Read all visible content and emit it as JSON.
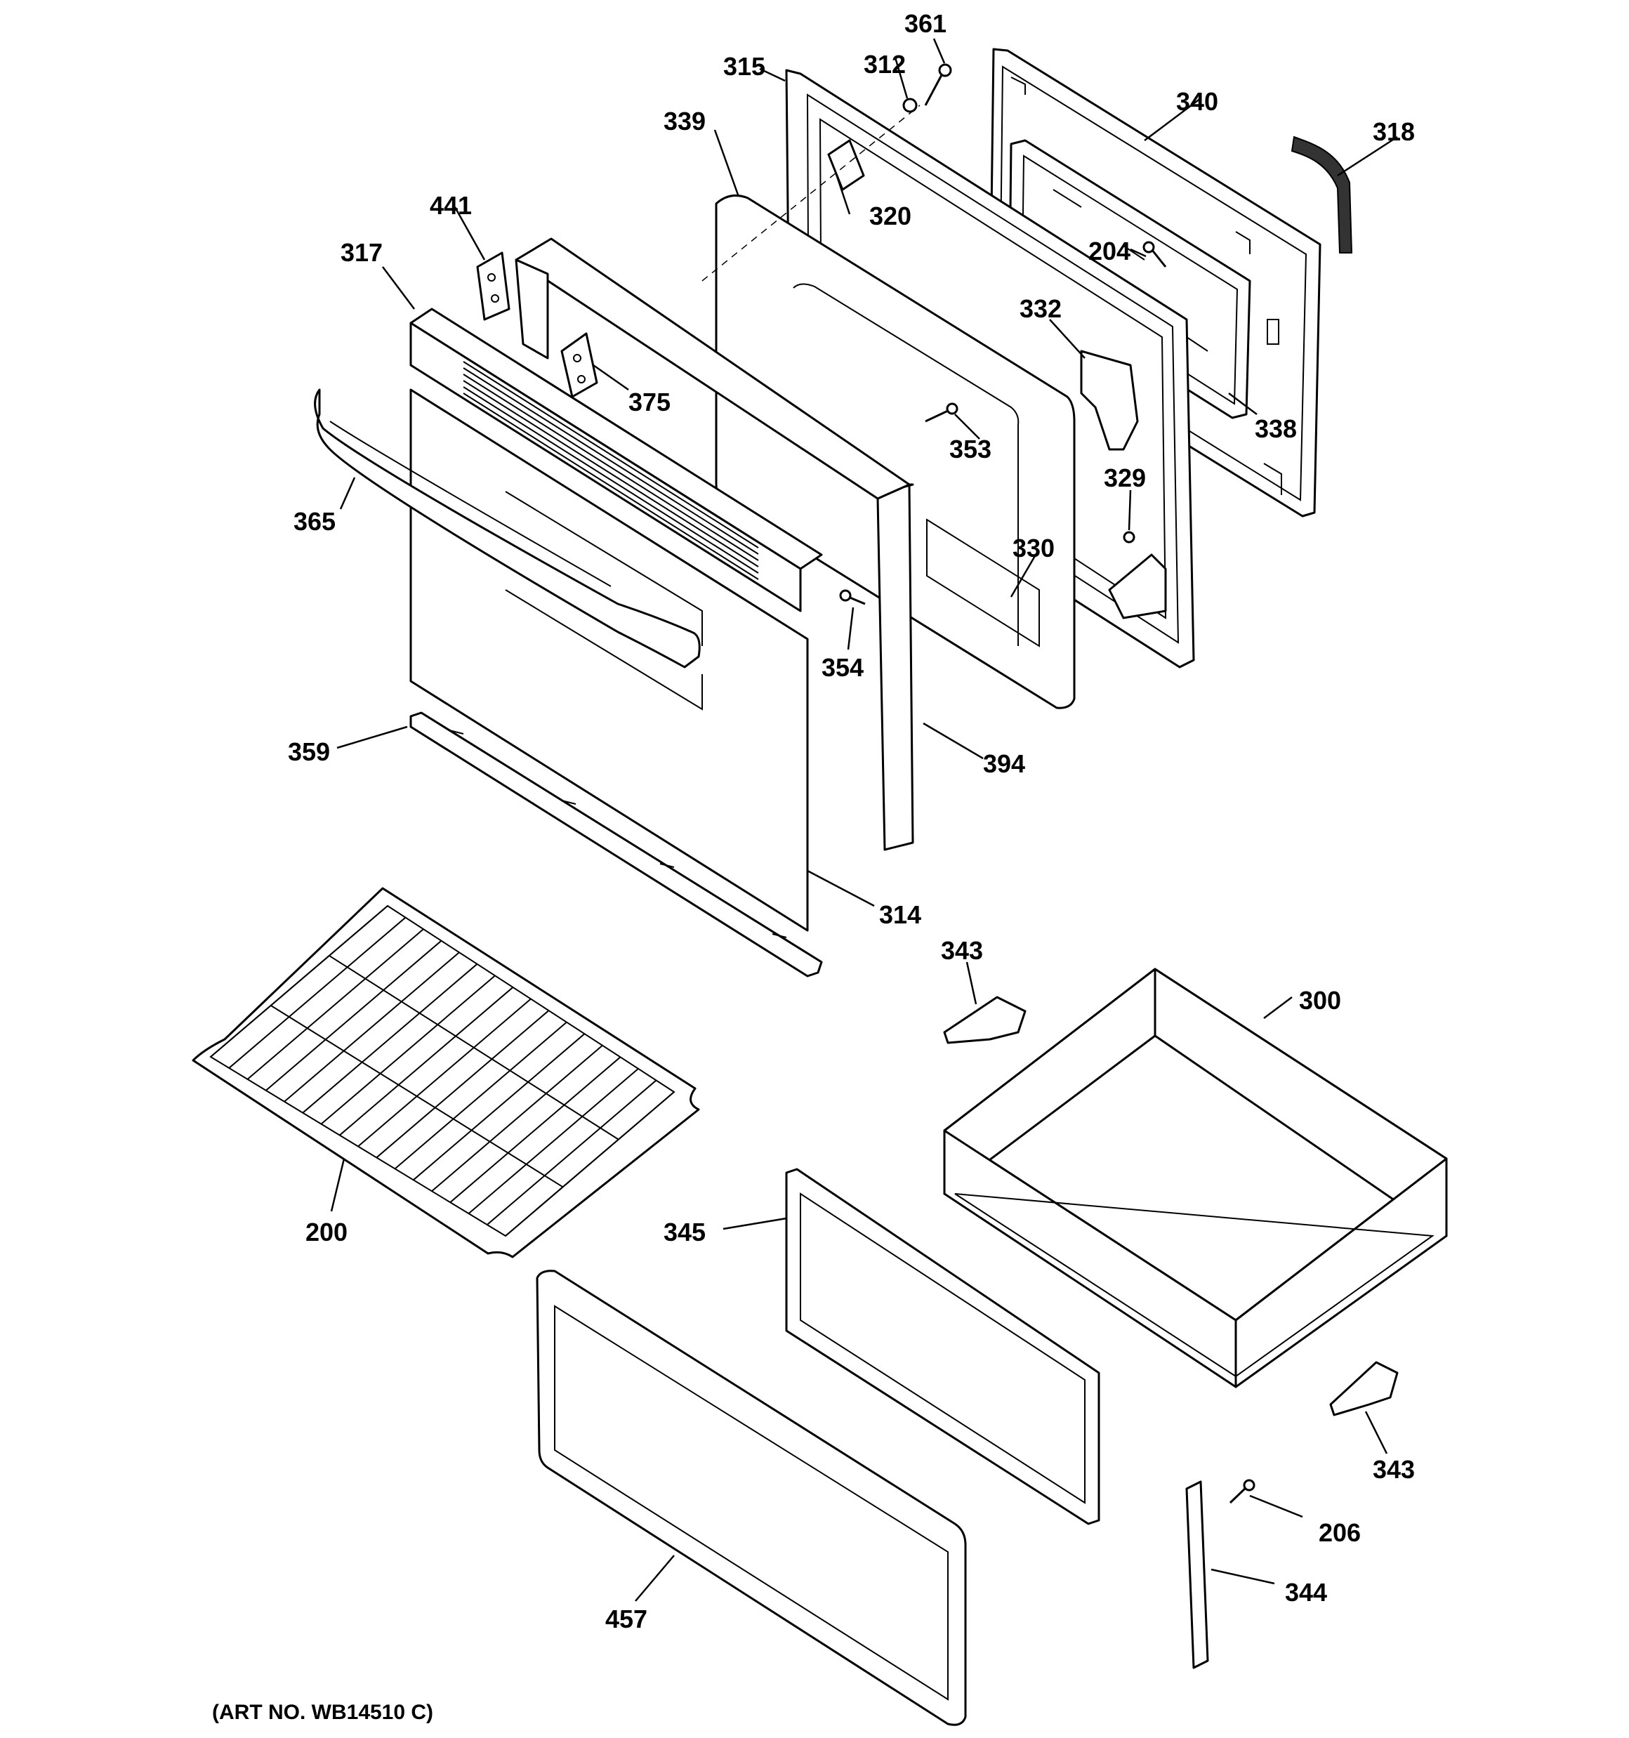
{
  "callouts": [
    {
      "id": "361",
      "label": "361"
    },
    {
      "id": "312",
      "label": "312"
    },
    {
      "id": "315",
      "label": "315"
    },
    {
      "id": "340",
      "label": "340"
    },
    {
      "id": "318",
      "label": "318"
    },
    {
      "id": "339",
      "label": "339"
    },
    {
      "id": "320",
      "label": "320"
    },
    {
      "id": "441",
      "label": "441"
    },
    {
      "id": "204",
      "label": "204"
    },
    {
      "id": "317",
      "label": "317"
    },
    {
      "id": "332",
      "label": "332"
    },
    {
      "id": "375",
      "label": "375"
    },
    {
      "id": "338",
      "label": "338"
    },
    {
      "id": "353",
      "label": "353"
    },
    {
      "id": "329",
      "label": "329"
    },
    {
      "id": "365",
      "label": "365"
    },
    {
      "id": "330",
      "label": "330"
    },
    {
      "id": "354",
      "label": "354"
    },
    {
      "id": "359",
      "label": "359"
    },
    {
      "id": "394",
      "label": "394"
    },
    {
      "id": "314",
      "label": "314"
    },
    {
      "id": "343a",
      "label": "343"
    },
    {
      "id": "300",
      "label": "300"
    },
    {
      "id": "200",
      "label": "200"
    },
    {
      "id": "345",
      "label": "345"
    },
    {
      "id": "343b",
      "label": "343"
    },
    {
      "id": "206",
      "label": "206"
    },
    {
      "id": "344",
      "label": "344"
    },
    {
      "id": "457",
      "label": "457"
    }
  ],
  "art_number": "(ART NO. WB14510 C)"
}
